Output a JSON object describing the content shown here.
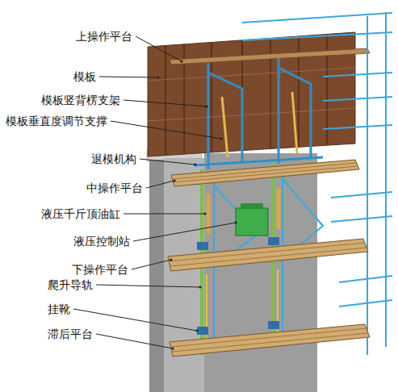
{
  "diagram": {
    "labels": [
      "上操作平台",
      "模板",
      "模板竖背楞支架",
      "模板垂直度调节支撑",
      "退模机构",
      "中操作平台",
      "液压千斤顶油缸",
      "液压控制站",
      "下操作平台",
      "爬升导轨",
      "挂靴",
      "滞后平台"
    ]
  }
}
